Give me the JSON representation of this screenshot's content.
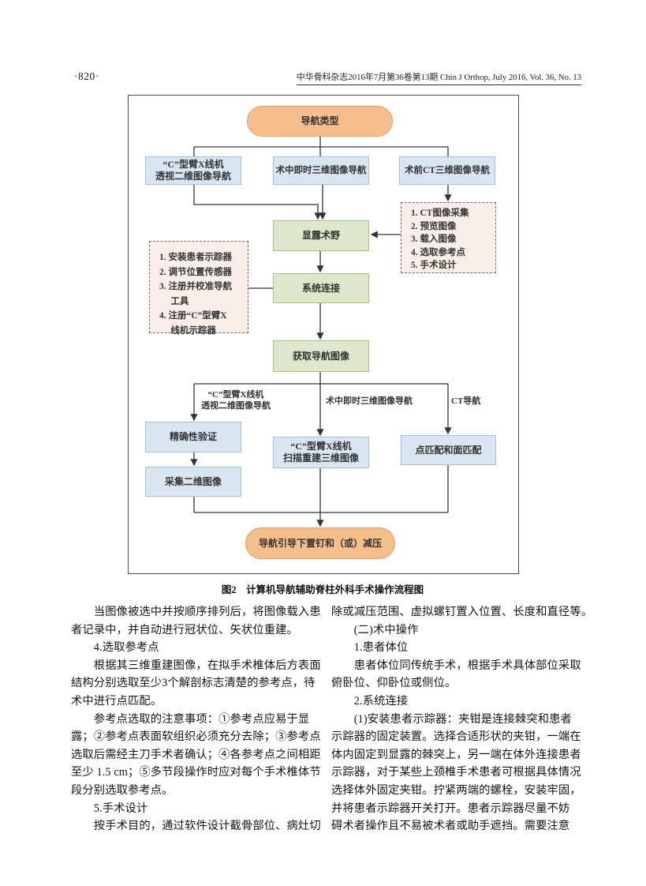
{
  "header": {
    "page_number": "·820·",
    "journal_line": "中华骨科杂志2016年7月第36卷第13期 Chin J Orthop, July 2016, Vol. 36, No. 13"
  },
  "figure": {
    "caption": "图2　计算机导航辅助脊柱外科手术操作流程图",
    "colors": {
      "pill_fill": "#F5BF8C",
      "pill_border": "#DD9F66",
      "blue_fill": "#D9E6F2",
      "blue_border": "#9FC1DC",
      "green_fill": "#DDE8CB",
      "green_border": "#A6C183",
      "dashed_fill": "#F9EFE8",
      "dashed_border": "#6A6A6A",
      "connector": "#333333"
    },
    "nodes": {
      "nav_type": "导航类型",
      "c_arm_2d": "“C”型臂X线机\n透视二维图像导航",
      "intraop_3d": "术中即时三维图像导航",
      "preop_ct": "术前CT三维图像导航",
      "ct_steps": "1. CT图像采集\n2. 预览图像\n3. 载入图像\n4. 选取参考点\n5. 手术设计",
      "expose": "显露术野",
      "setup_steps": "1. 安装患者示踪器\n2. 调节位置传感器\n3. 注册并校准导航\n　 工具\n4. 注册“C”型臂X\n　 线机示踪器",
      "connect": "系统连接",
      "acquire": "获取导航图像",
      "branch_left_label": "“C”型臂X线机\n透视二维图像导航",
      "branch_mid_label": "术中即时三维图像导航",
      "branch_right_label": "CT导航",
      "accuracy": "精确性验证",
      "scan_3d": "“C”型臂X线机\n扫描重建三维图像",
      "matching": "点匹配和面匹配",
      "collect_2d": "采集二维图像",
      "final": "导航引导下置钉和（或）减压"
    }
  },
  "body": {
    "left_lines": [
      "　　当图像被选中并按顺序排列后，将图像载入患",
      "者记录中，并自动进行冠状位、矢状位重建。",
      "　　4.选取参考点",
      "　　根据其三维重建图像，在拟手术椎体后方表面",
      "结构分别选取至少3个解剖标志清楚的参考点，待",
      "术中进行点匹配。",
      "　　参考点选取的注意事项：①参考点应易于显",
      "露；②参考点表面软组织必须充分去除；③参考点",
      "选取后需经主刀手术者确认；④各参考点之间相距",
      "至少 1.5 cm；⑤多节段操作时应对每个手术椎体节",
      "段分别选取参考点。",
      "　　5.手术设计",
      "　　按手术目的，通过软件设计截骨部位、病灶切"
    ],
    "right_lines": [
      "除或减压范围、虚拟螺钉置入位置、长度和直径等。",
      "　　(二)术中操作",
      "　　1.患者体位",
      "　　患者体位同传统手术，根据手术具体部位采取",
      "俯卧位、仰卧位或侧位。",
      "　　2.系统连接",
      "　　(1)安装患者示踪器：夹钳是连接棘突和患者",
      "示踪器的固定装置。选择合适形状的夹钳，一端在",
      "体内固定到显露的棘突上，另一端在体外连接患者",
      "示踪器，对于某些上颈椎手术患者可根据具体情况",
      "选择体外固定夹钳。拧紧两端的螺栓，安装牢固，",
      "并将患者示踪器开关打开。患者示踪器尽量不妨",
      "碍术者操作且不易被术者或助手遮挡。需要注意"
    ]
  }
}
